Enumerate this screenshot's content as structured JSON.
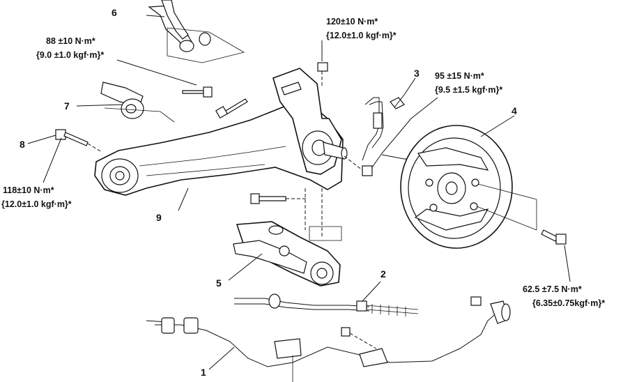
{
  "callouts": [
    "1",
    "2",
    "3",
    "4",
    "5",
    "6",
    "7",
    "8",
    "9"
  ],
  "torques": {
    "t_stabilizer_nut": {
      "nm": "120±10 N·m*",
      "kgf": "{12.0±1.0 kgf·m}*"
    },
    "t_upper_bolt": {
      "nm": "88 ±10 N·m*",
      "kgf": "{9.0 ±1.0 kgf·m}*"
    },
    "t_hub_nut": {
      "nm": "95 ±15 N·m*",
      "kgf": "{9.5 ±1.5 kgf·m}*"
    },
    "t_front_bolt": {
      "nm": "118±10 N·m*",
      "kgf": "{12.0±1.0 kgf·m}*"
    },
    "t_backplate_bolt": {
      "nm": "62.5 ±7.5 N·m*",
      "kgf": "{6.35±0.75kgf·m}*"
    }
  }
}
